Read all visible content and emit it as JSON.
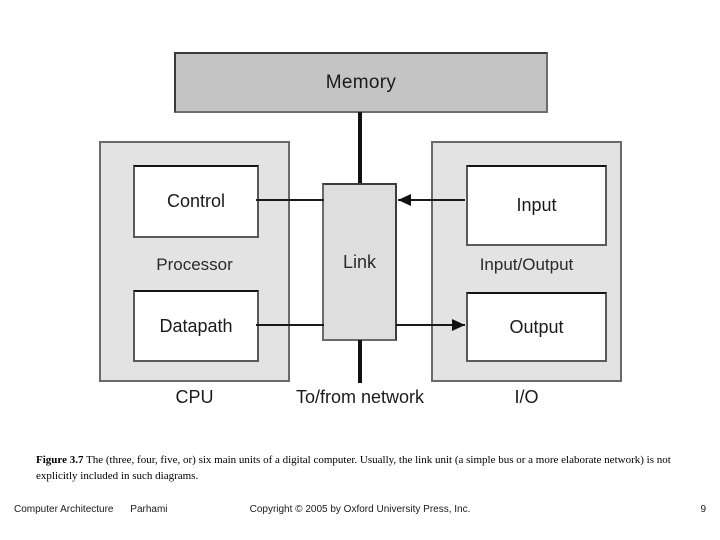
{
  "slide": {
    "diagram": {
      "memory": {
        "label": "Memory"
      },
      "processor": {
        "group_label": "Processor",
        "bottom_label": "CPU",
        "control": {
          "label": "Control"
        },
        "datapath": {
          "label": "Datapath"
        }
      },
      "link": {
        "label": "Link",
        "bottom_label": "To/from network"
      },
      "io": {
        "group_label": "Input/Output",
        "bottom_label": "I/O",
        "input": {
          "label": "Input"
        },
        "output": {
          "label": "Output"
        }
      },
      "colors": {
        "memory_fill": "#c4c4c4",
        "group_fill": "#e3e3e3",
        "link_fill": "#dedede",
        "subbox_fill": "#ffffff",
        "line": "#111111",
        "outline_dark": "#3a3a3a",
        "outline_mid": "#6a6a6a",
        "background": "#ffffff"
      }
    },
    "caption": {
      "figure_number": "Figure 3.7",
      "text": "The (three, four, five, or) six main units of a digital computer. Usually, the link unit (a simple bus or a more elaborate network) is not explicitly included in such diagrams."
    },
    "footer": {
      "course": "Computer Architecture",
      "author": "Parhami",
      "copyright": "Copyright © 2005 by Oxford University Press, Inc.",
      "page_number": "9"
    }
  }
}
